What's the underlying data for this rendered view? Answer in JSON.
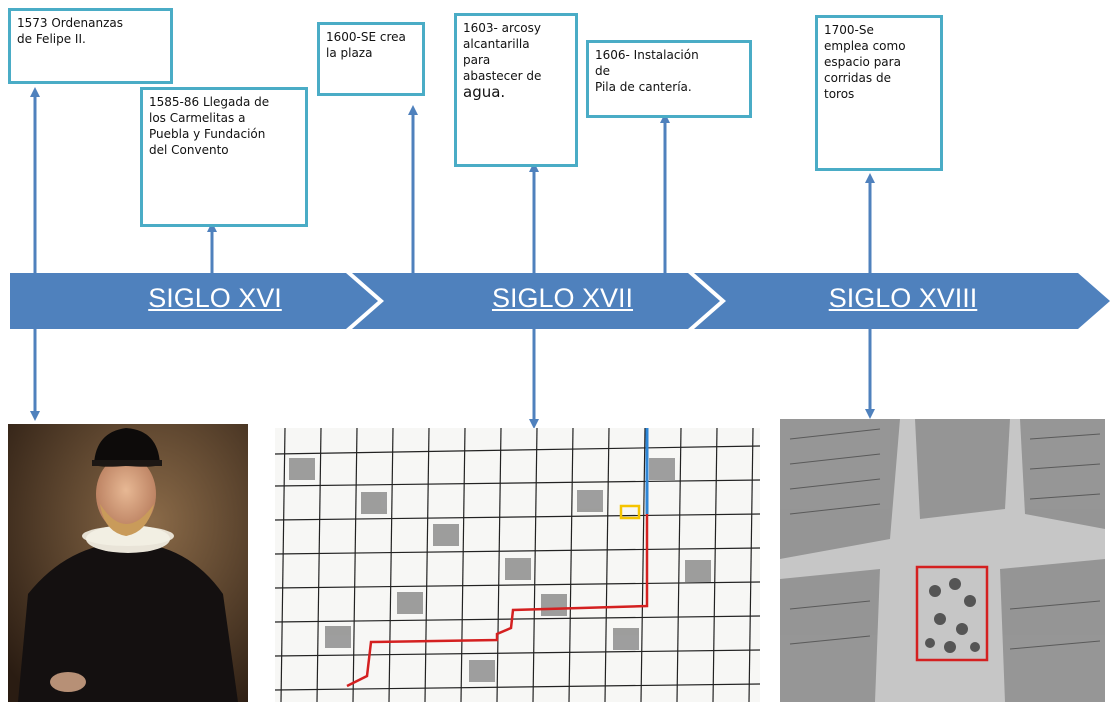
{
  "events": [
    {
      "id": "e1573",
      "text": "1573 Ordenanzas\nde Felipe II."
    },
    {
      "id": "e1585",
      "text": "1585-86 Llegada de\nlos Carmelitas a\nPuebla y Fundación\ndel Convento"
    },
    {
      "id": "e1600",
      "text": "1600-SE crea\nla plaza"
    },
    {
      "id": "e1603",
      "text": "1603- arcosy\nalcantarilla\npara\nabastecer de",
      "text_tail": "agua."
    },
    {
      "id": "e1606",
      "text": "1606- Instalación\nde\nPila de cantería."
    },
    {
      "id": "e1700",
      "text": "1700-Se\nemplea como\nespacio para\ncorridas de\ntoros"
    }
  ],
  "timeline": {
    "segments": [
      "SIGLO XVI",
      "SIGLO XVII",
      "SIGLO XVIII"
    ],
    "fill_color": "#4f81bd",
    "arrow_color": "#4f81bd",
    "box_border_color": "#4aacc6"
  },
  "images": [
    {
      "id": "portrait",
      "subject": "portrait-of-felipe-ii"
    },
    {
      "id": "map-1",
      "subject": "city-grid-map-with-red-route",
      "highlight_color": "#f5c400",
      "route_color": "#d42020",
      "channel_color": "#2e86d6"
    },
    {
      "id": "map-2",
      "subject": "aerial-engraving-with-plaza-highlight",
      "highlight_color": "#d42020"
    }
  ]
}
